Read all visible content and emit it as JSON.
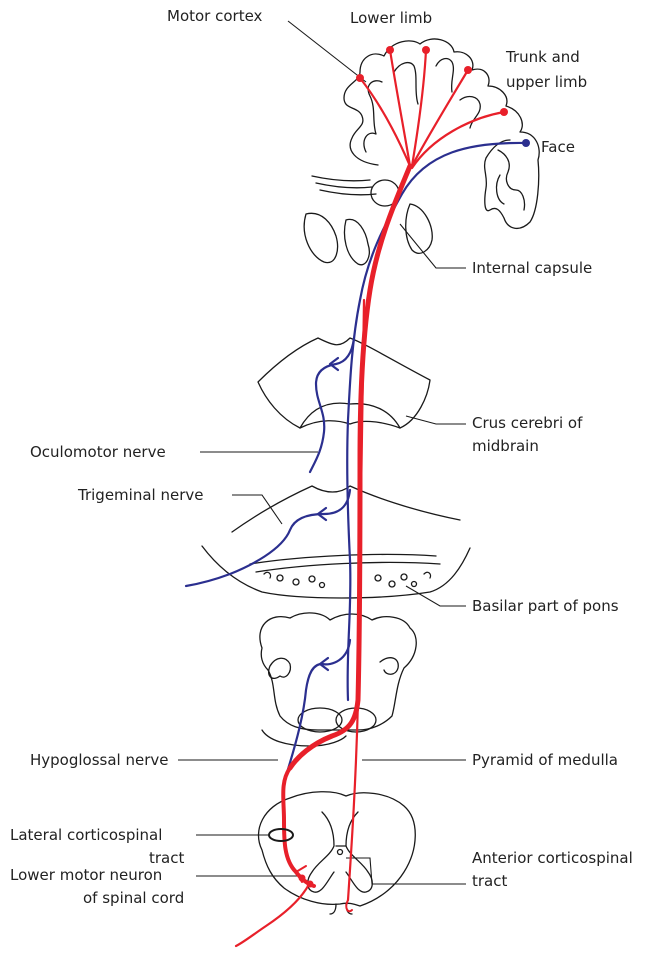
{
  "labels": {
    "motor_cortex": "Motor cortex",
    "lower_limb": "Lower limb",
    "trunk_line1": "Trunk and",
    "trunk_line2": "upper limb",
    "face": "Face",
    "internal_capsule": "Internal capsule",
    "crus_line1": "Crus cerebri of",
    "crus_line2": "midbrain",
    "oculomotor": "Oculomotor nerve",
    "trigeminal": "Trigeminal nerve",
    "basilar": "Basilar part of pons",
    "hypoglossal": "Hypoglossal nerve",
    "pyramid": "Pyramid of medulla",
    "lateral_line1": "Lateral corticospinal",
    "lateral_line2": "tract",
    "anterior_line1": "Anterior corticospinal",
    "anterior_line2": "tract",
    "lmn_line1": "Lower motor neuron",
    "lmn_line2": "of spinal cord"
  },
  "colors": {
    "corticospinal": "#e8202a",
    "corticobulbar": "#2b2f8f",
    "outline": "#1a1a1a",
    "text": "#222222"
  }
}
